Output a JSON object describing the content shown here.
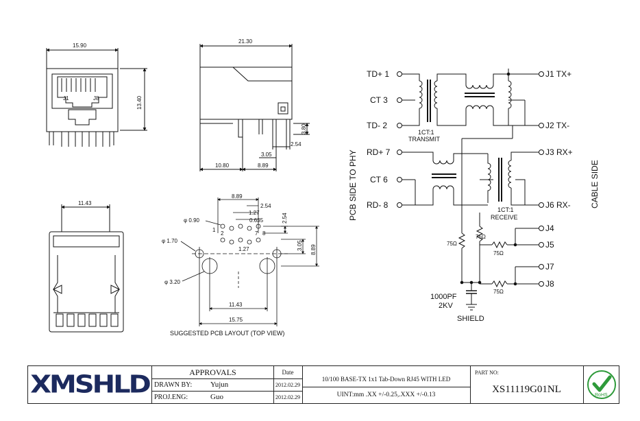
{
  "drawing": {
    "front_view": {
      "width_dim": "15.90",
      "height_dim": "13.40",
      "pin_left": "J1",
      "pin_right": "J8"
    },
    "side_view": {
      "length_dim": "21.30",
      "dim_3_80": "3.80",
      "dim_2_54": "2.54",
      "dim_3_05": "3.05",
      "dim_10_80": "10.80",
      "dim_8_89": "8.89"
    },
    "bottom_view": {
      "width_dim": "11.43"
    },
    "pcb_layout": {
      "dim_8_89": "8.89",
      "dim_2_54": "2.54",
      "dim_1_27a": "1.27",
      "dim_0_635": "0.635",
      "dim_2_54v": "2.54",
      "dim_3_05v": "3.05",
      "dim_8_89v": "8.89",
      "dim_1_27b": "1.27",
      "hole_090": "φ 0.90",
      "hole_170": "φ 1.70",
      "hole_320": "φ 3.20",
      "dim_11_43": "11.43",
      "dim_15_75": "15.75",
      "pin_1": "1",
      "pin_2": "2",
      "pin_7": "7",
      "pin_8": "8",
      "caption": "SUGGESTED PCB LAYOUT (TOP VIEW)"
    },
    "schematic": {
      "td_plus": "TD+ 1",
      "ct3": "CT  3",
      "td_minus": "TD- 2",
      "rd_plus": "RD+ 7",
      "ct6": "CT  6",
      "rd_minus": "RD- 8",
      "j1": "J1 TX+",
      "j2": "J2 TX-",
      "j3": "J3 RX+",
      "j6": "J6 RX-",
      "j4": "J4",
      "j5": "J5",
      "j7": "J7",
      "j8": "J8",
      "tx_ratio": "1CT:1",
      "tx_label": "TRANSMIT",
      "rx_ratio": "1CT:1",
      "rx_label": "RECEIVE",
      "r75a": "75Ω",
      "r75b": "75Ω",
      "r75c": "75Ω",
      "r75d": "75Ω",
      "cap_value": "1000PF",
      "cap_voltage": "2KV",
      "shield": "SHIELD",
      "pcb_side": "PCB SIDE TO PHY",
      "cable_side": "CABLE SIDE"
    }
  },
  "title_block": {
    "logo": "XMSHLD",
    "approvals": "APPROVALS",
    "date_header": "Date",
    "drawn_by_label": "DRAWN BY:",
    "drawn_by": "Yujun",
    "drawn_date": "2012.02.29",
    "proj_eng_label": "PROJ.ENG:",
    "proj_eng": "Guo",
    "proj_date": "2012.02.29",
    "description": "10/100 BASE-TX 1x1 Tab-Down RJ45 WITH LED",
    "units": "UINT:mm .XX +/-0.25,.XXX +/-0.13",
    "part_no_label": "PART NO:",
    "part_no": "XS11119G01NL",
    "rohs": "RoHS"
  }
}
